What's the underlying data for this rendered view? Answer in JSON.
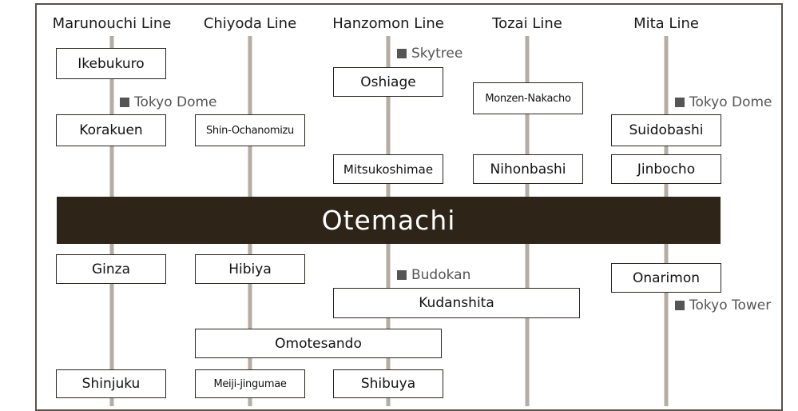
{
  "lines": {
    "marunouchi": "Marunouchi Line",
    "chiyoda": "Chiyoda Line",
    "hanzomon": "Hanzomon Line",
    "tozai": "Tozai Line",
    "mita": "Mita Line"
  },
  "hub": "Otemachi",
  "stations": {
    "ikebukuro": "Ikebukuro",
    "korakuen": "Korakuen",
    "ginza": "Ginza",
    "shinjuku": "Shinjuku",
    "shin_ochanomizu": "Shin-Ochanomizu",
    "hibiya": "Hibiya",
    "meiji_jingumae": "Meiji-jingumae",
    "oshiage": "Oshiage",
    "mitsukoshimae": "Mitsukoshimae",
    "kudanshita": "Kudanshita",
    "omotesando": "Omotesando",
    "shibuya": "Shibuya",
    "monzen_nakacho": "Monzen-Nakacho",
    "nihonbashi": "Nihonbashi",
    "suidobashi": "Suidobashi",
    "jinbocho": "Jinbocho",
    "onarimon": "Onarimon"
  },
  "landmarks": {
    "skytree": "Skytree",
    "tokyo_dome_marunouchi": "Tokyo Dome",
    "tokyo_dome_mita": "Tokyo Dome",
    "budokan": "Budokan",
    "tokyo_tower": "Tokyo Tower"
  },
  "colors": {
    "hub_bg": "#2e2418",
    "rail": "#b5aca3",
    "landmark_text": "#555555"
  }
}
